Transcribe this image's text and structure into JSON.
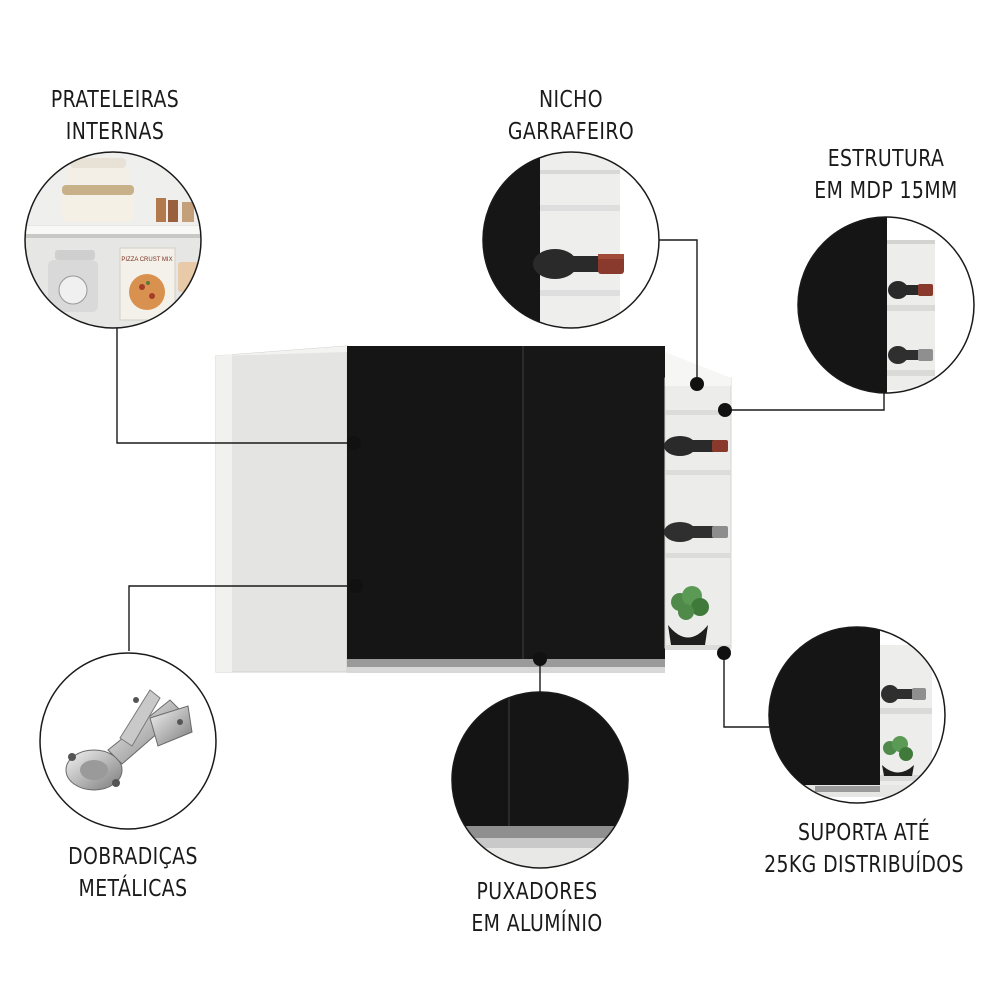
{
  "features": {
    "prateleiras": {
      "line1": "PRATELEIRAS",
      "line2": "INTERNAS"
    },
    "nicho": {
      "line1": "NICHO",
      "line2": "GARRAFEIRO"
    },
    "estrutura": {
      "line1": "ESTRUTURA",
      "line2": "EM MDP 15MM"
    },
    "dobradicas": {
      "line1": "DOBRADIÇAS",
      "line2": "METÁLICAS"
    },
    "puxadores": {
      "line1": "PUXADORES",
      "line2": "EM ALUMÍNIO"
    },
    "suporta": {
      "line1": "SUPORTA ATÉ",
      "line2": "25KG DISTRIBUÍDOS"
    }
  },
  "product_image_label": "PIZZA CRUST MIX",
  "colors": {
    "door_black": "#151515",
    "cabinet_white": "#eeeeec",
    "cabinet_side": "#dcdcda",
    "aluminium": "#9a9a9a",
    "callout_line": "#1a1a1a",
    "wine_cork": "#8a3a2c",
    "bottle_dark": "#2a2a2a",
    "plant_green": "#4f8a4a"
  }
}
